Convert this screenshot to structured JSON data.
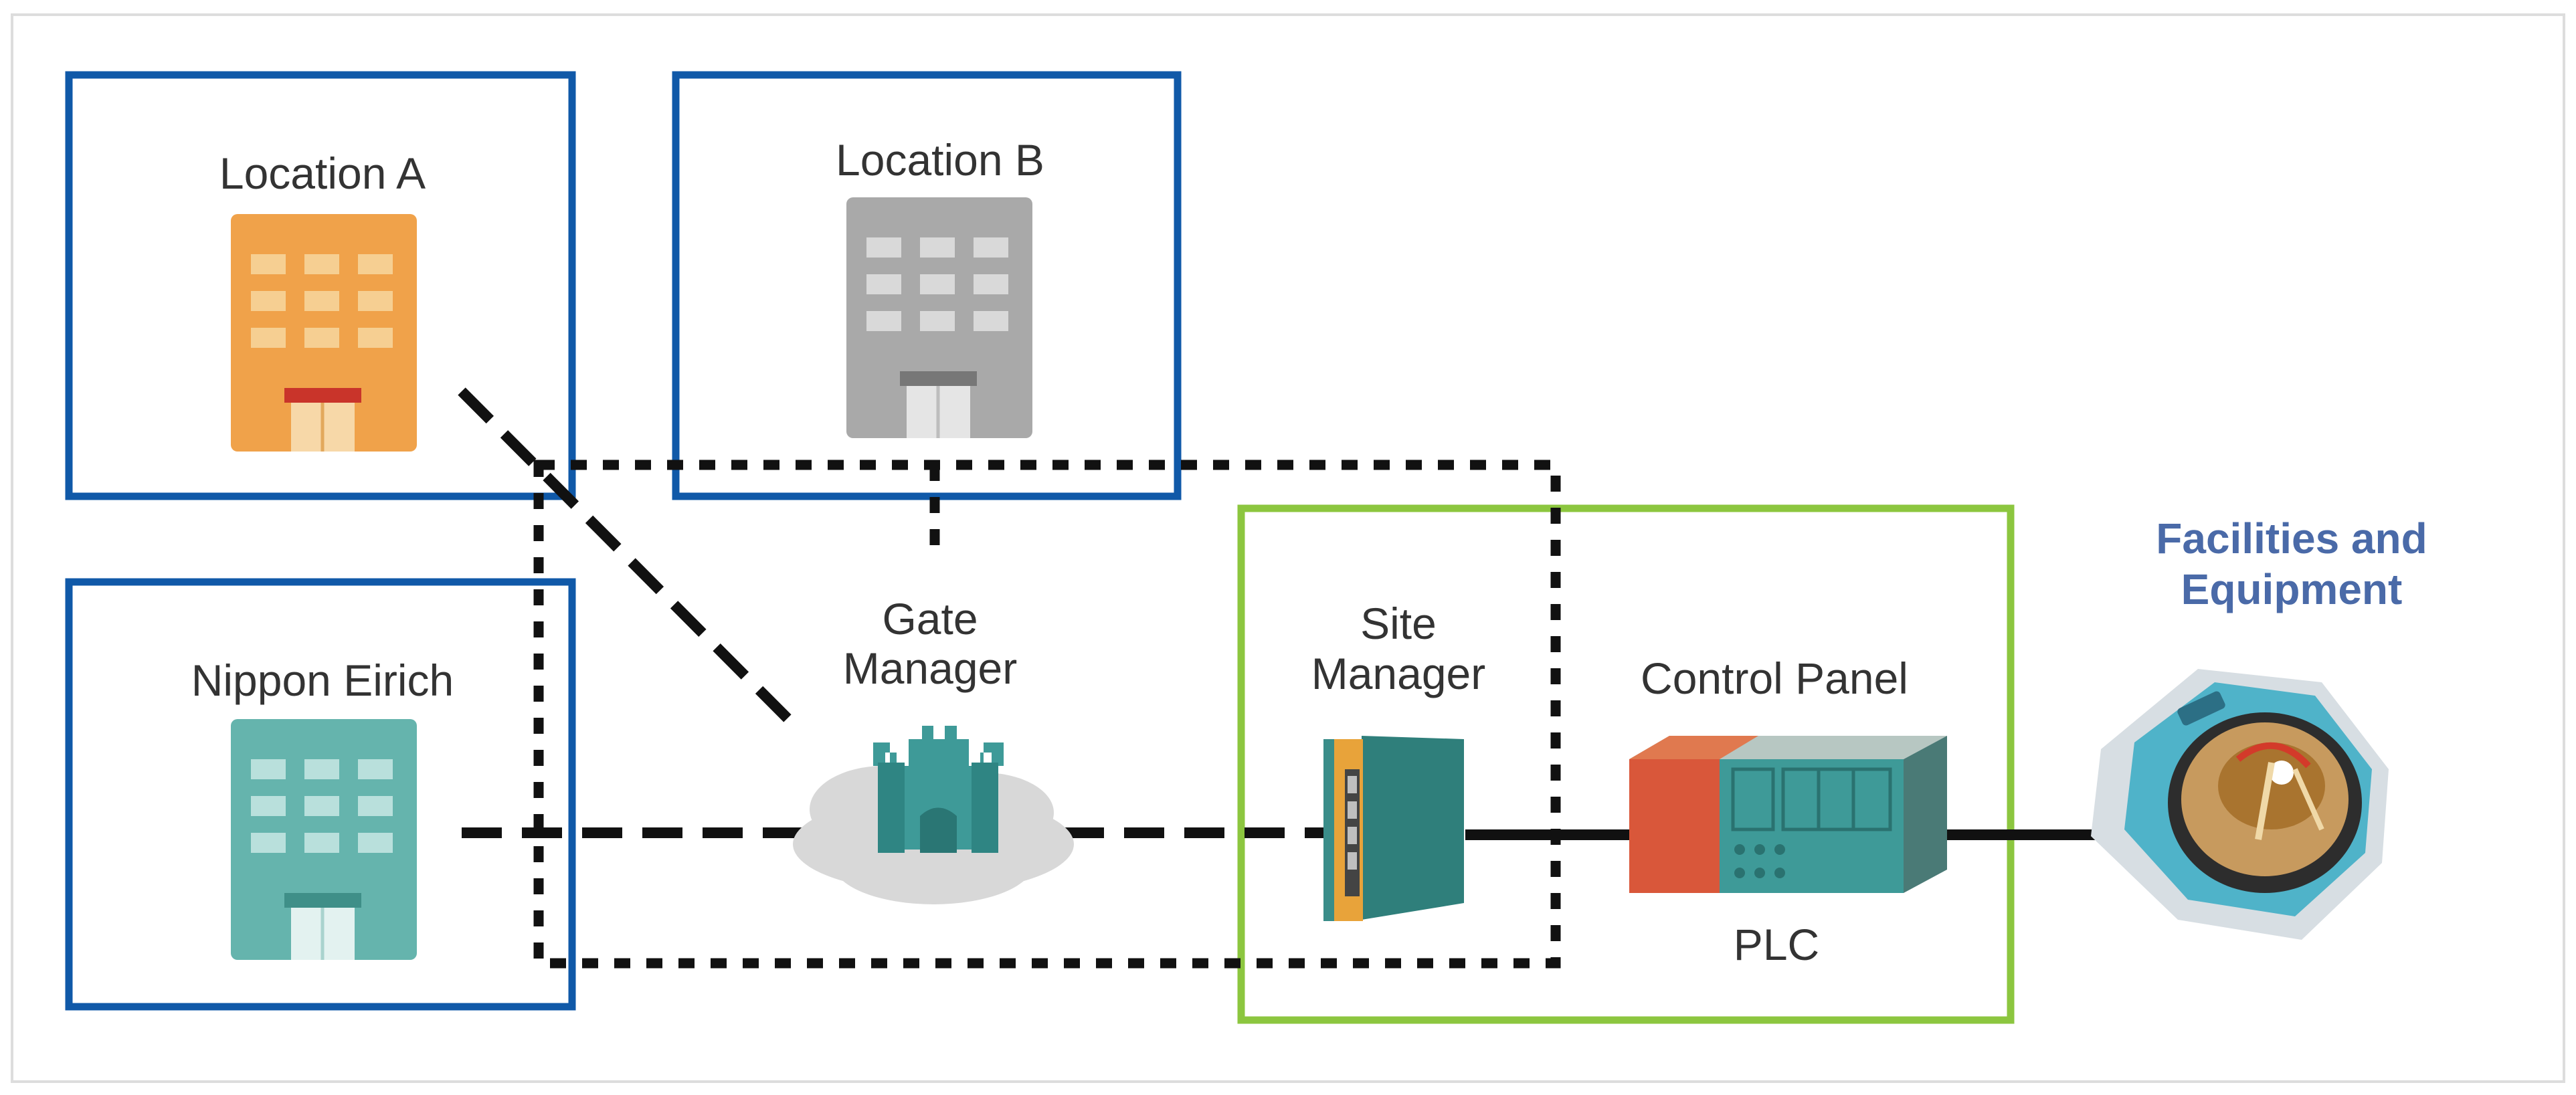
{
  "locations": {
    "a": "Location A",
    "b": "Location B",
    "nippon": "Nippon Eirich"
  },
  "gate_manager": {
    "line1": "Gate",
    "line2": "Manager"
  },
  "site_manager": {
    "line1": "Site",
    "line2": "Manager"
  },
  "control_panel": "Control Panel",
  "plc": "PLC",
  "facilities": {
    "line1": "Facilities and",
    "line2": "Equipment"
  },
  "colors": {
    "location_border": "#1059a8",
    "site_border": "#8cc63f",
    "accent_text": "#4a6aa8",
    "building_a": "#f0a24a",
    "building_b": "#a9a9a9",
    "building_nippon": "#65b4ad",
    "teal_device": "#3e9a98",
    "panel_orange": "#d9573a"
  },
  "icons": [
    "building-a-icon",
    "building-b-icon",
    "building-nippon-icon",
    "castle-cloud-icon",
    "network-switch-icon",
    "plc-cabinet-icon",
    "mixer-equipment-icon"
  ]
}
